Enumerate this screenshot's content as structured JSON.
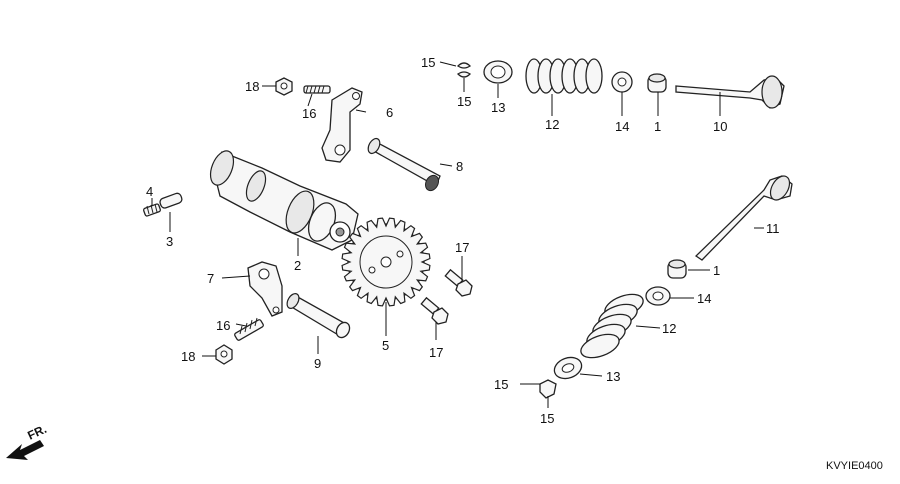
{
  "diagram": {
    "drawing_code": "KVYIE0400",
    "direction_label": "FR.",
    "callouts": {
      "c1a": "1",
      "c1b": "1",
      "c2": "2",
      "c3": "3",
      "c4": "4",
      "c5": "5",
      "c6": "6",
      "c7": "7",
      "c8": "8",
      "c9": "9",
      "c10": "10",
      "c11": "11",
      "c12a": "12",
      "c12b": "12",
      "c13a": "13",
      "c13b": "13",
      "c14a": "14",
      "c14b": "14",
      "c15a": "15",
      "c15b": "15",
      "c15c": "15",
      "c15d": "15",
      "c16a": "16",
      "c16b": "16",
      "c17a": "17",
      "c17b": "17",
      "c18a": "18",
      "c18b": "18"
    }
  }
}
